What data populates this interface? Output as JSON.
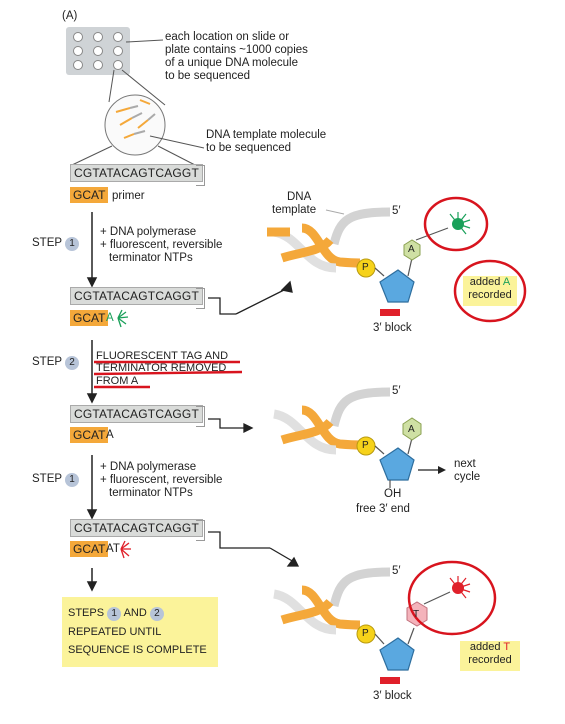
{
  "panel_label": "(A)",
  "slide_caption": [
    "each location on slide or",
    "plate contains ~1000 copies",
    "of a unique DNA molecule",
    "to be sequenced"
  ],
  "template_caption": [
    "DNA template molecule",
    "to be sequenced"
  ],
  "template_seq": "CGTATACAGTCAGGT",
  "primer_seq": "GCAT",
  "primer_label": "primer",
  "step1": {
    "label": "STEP",
    "num": "1",
    "lines": [
      "+ DNA polymerase",
      "+ fluorescent, reversible",
      "terminator NTPs"
    ]
  },
  "step2": {
    "label": "STEP",
    "num": "2",
    "lines": [
      "FLUORESCENT TAG AND",
      "TERMINATOR REMOVED",
      "FROM A"
    ]
  },
  "step3": {
    "label": "STEP",
    "num": "1",
    "lines": [
      "+ DNA polymerase",
      "+ fluorescent, reversible",
      "terminator NTPs"
    ]
  },
  "added_base_A": "A",
  "added_base_AT": "AT",
  "final_box": {
    "steps_word": "STEPS",
    "num1": "1",
    "and": "AND",
    "num2": "2",
    "line2": "REPEATED UNTIL",
    "line3": "SEQUENCE IS COMPLETE"
  },
  "mol1": {
    "dna_label": "DNA",
    "template_label": "template",
    "five_prime": "5′",
    "p": "P",
    "base": "A",
    "block": "3′ block",
    "rec_pre": "added",
    "rec_base": "A",
    "rec_post": "recorded"
  },
  "mol2": {
    "five_prime": "5′",
    "p": "P",
    "base": "A",
    "oh": "OH",
    "free_end": "free 3′ end",
    "next": [
      "next",
      "cycle"
    ]
  },
  "mol3": {
    "five_prime": "5′",
    "p": "P",
    "base": "T",
    "block": "3′ block",
    "rec_pre": "added",
    "rec_base": "T",
    "rec_post": "recorded"
  },
  "colors": {
    "template_gray": "#d9dbd9",
    "primer_orange": "#f4a83a",
    "fluor_green": "#1aa05a",
    "fluor_red": "#e0202a",
    "sugar_blue": "#5aa8e0",
    "phosphate_yellow": "#f6d21a",
    "base_A": "#cfe0a4",
    "base_T": "#f4b3bb",
    "highlight_yellow": "#fbf39a",
    "annotation_red": "#d8141e"
  }
}
